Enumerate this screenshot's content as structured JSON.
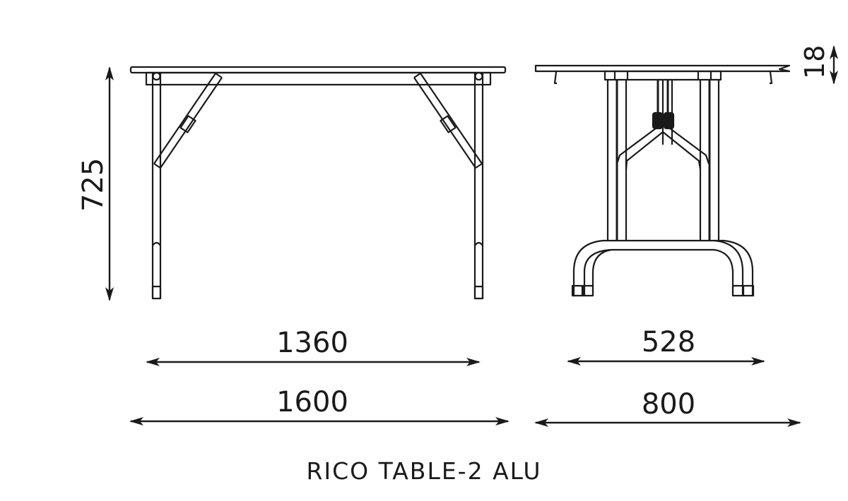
{
  "title": "RICO TABLE-2 ALU",
  "views": {
    "front": {
      "name": "front-view"
    },
    "side": {
      "name": "side-view"
    }
  },
  "dimensions": {
    "height": {
      "value": "725",
      "unit": "mm",
      "orientation": "vertical"
    },
    "top_thickness": {
      "value": "18",
      "unit": "mm",
      "orientation": "vertical"
    },
    "inner_length": {
      "value": "1360",
      "unit": "mm",
      "orientation": "horizontal"
    },
    "total_length": {
      "value": "1600",
      "unit": "mm",
      "orientation": "horizontal"
    },
    "inner_width": {
      "value": "528",
      "unit": "mm",
      "orientation": "horizontal"
    },
    "total_width": {
      "value": "800",
      "unit": "mm",
      "orientation": "horizontal"
    }
  },
  "colors": {
    "line": "#1a1a1a",
    "background": "#ffffff"
  }
}
